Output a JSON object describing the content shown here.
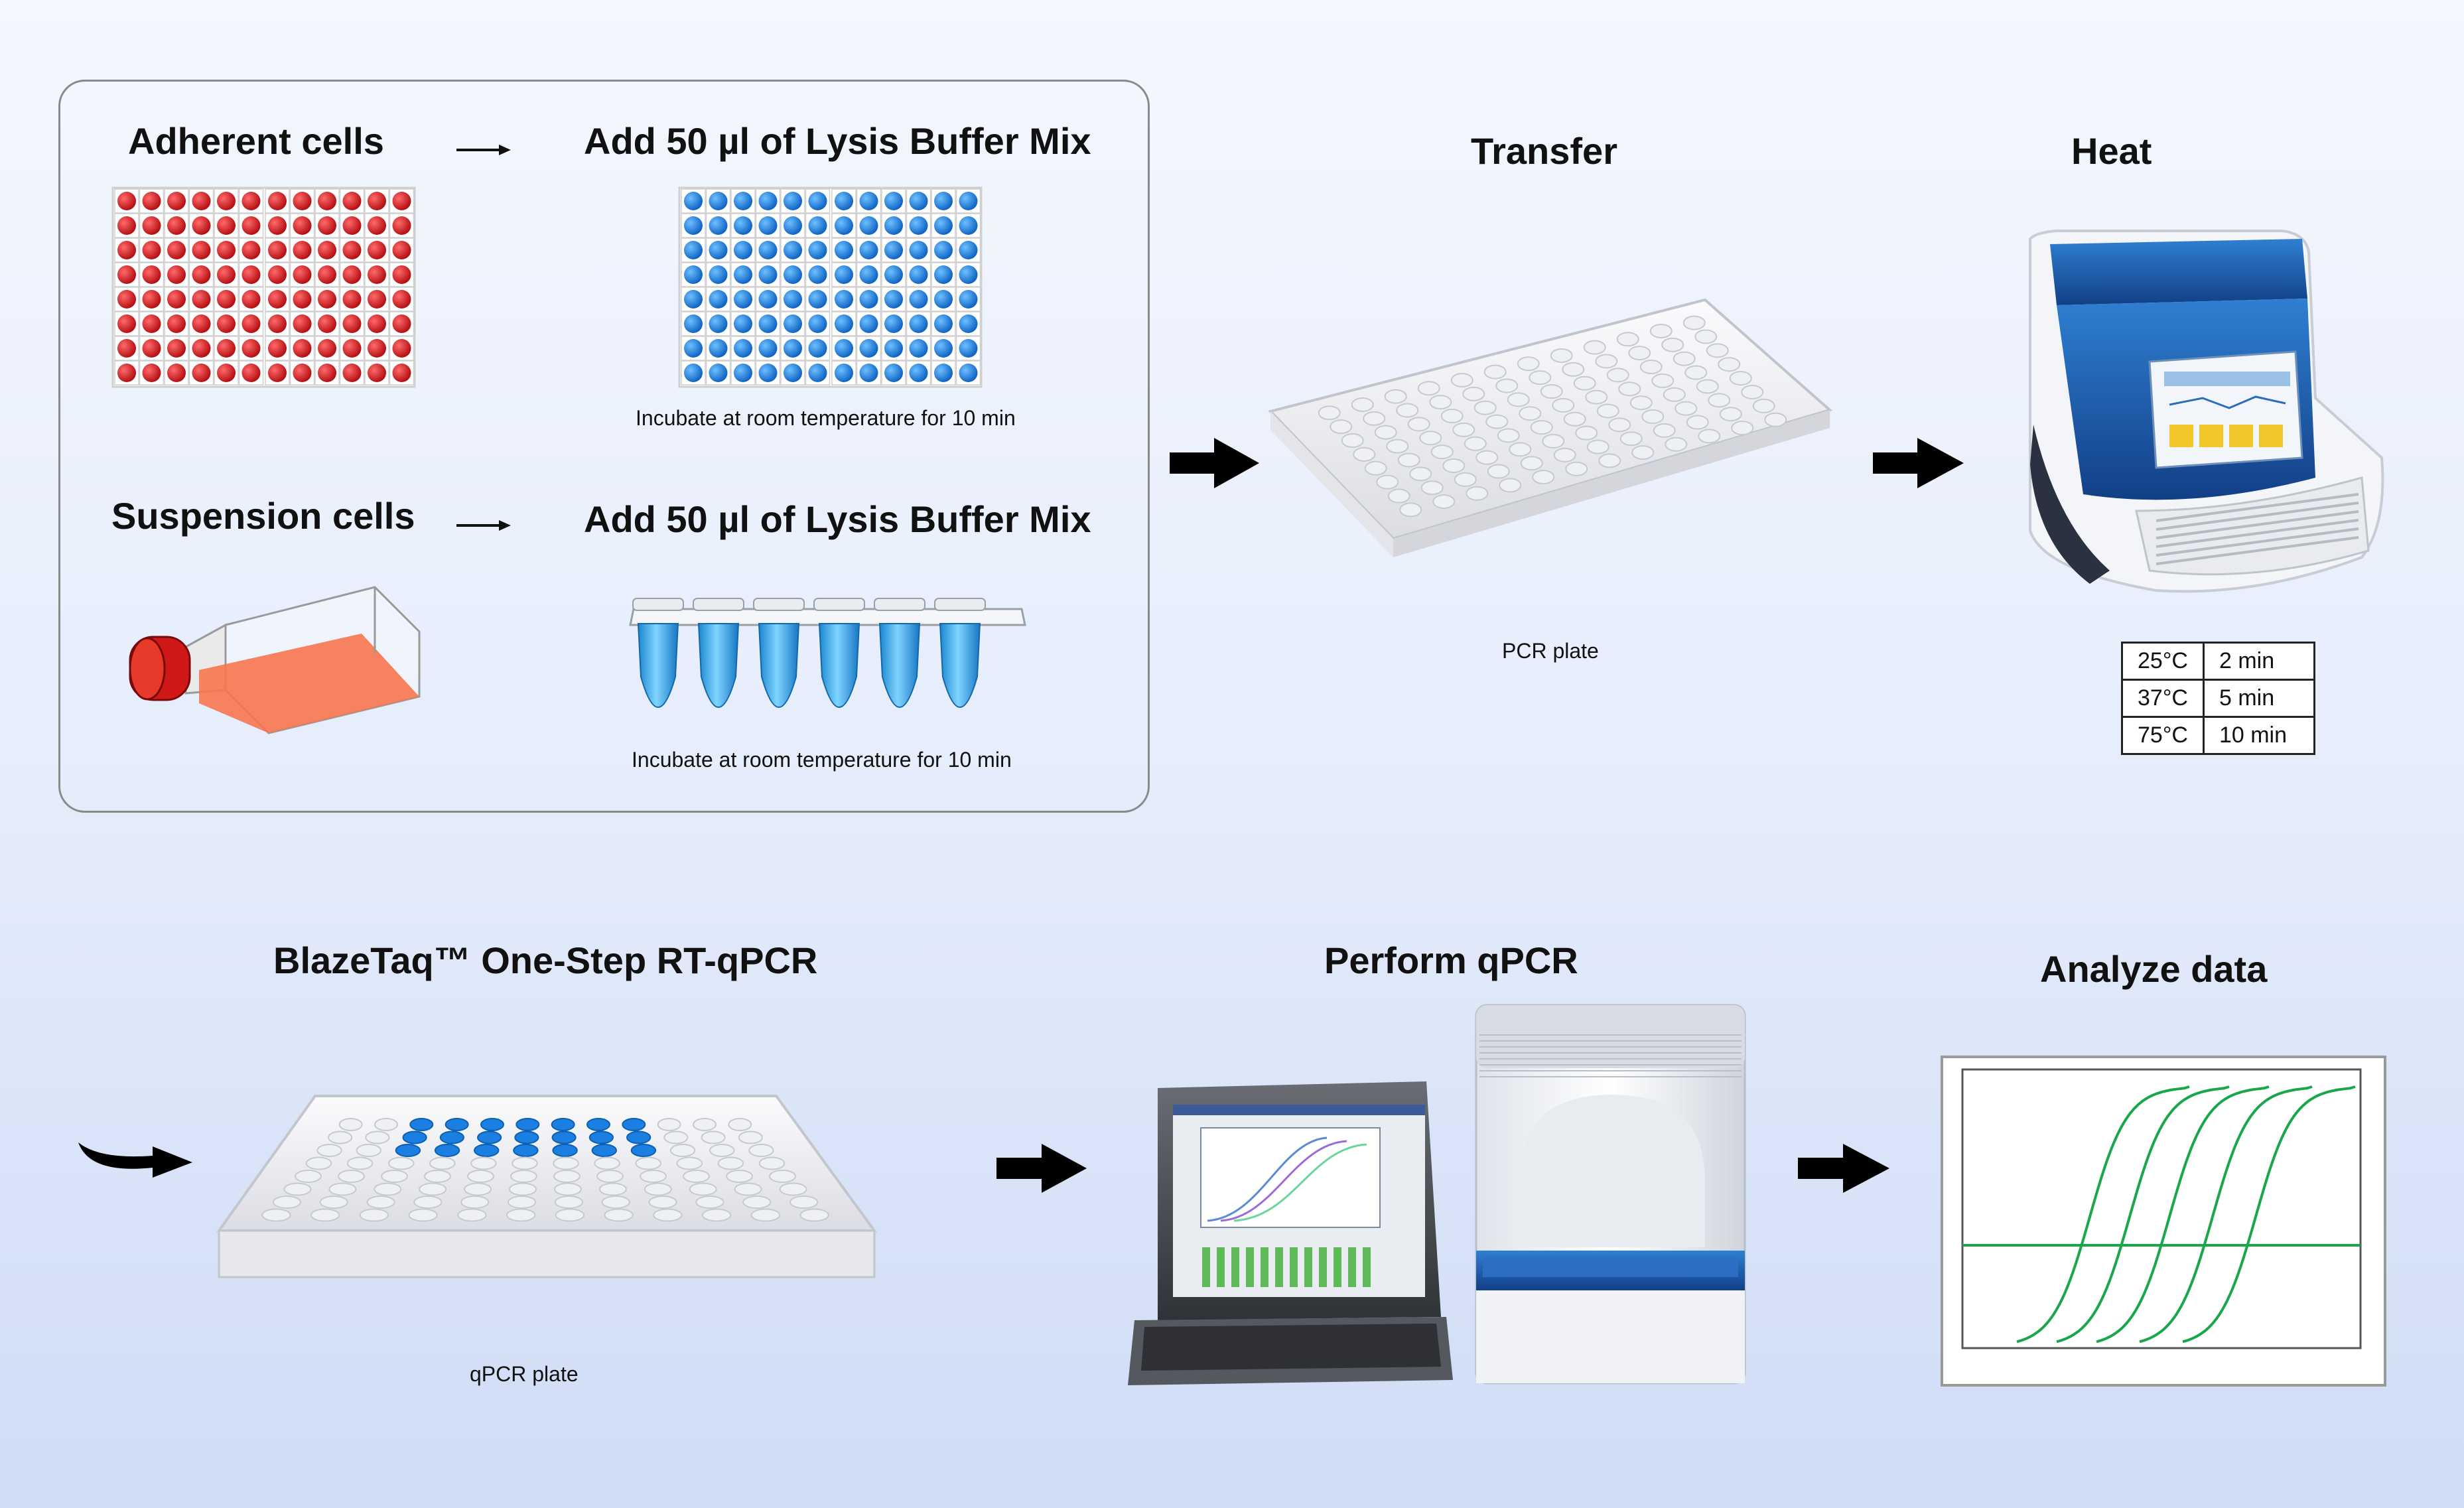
{
  "steps": {
    "adherent_title": "Adherent cells",
    "add_lysis_top": "Add 50 µl of Lysis Buffer Mix",
    "incubate_top": "Incubate at room temperature for 10 min",
    "suspension_title": "Suspension cells",
    "add_lysis_bottom": "Add  50 µl of Lysis Buffer Mix",
    "incubate_bottom": "Incubate at room temperature for 10 min",
    "transfer_title": "Transfer",
    "pcr_plate_caption": "PCR plate",
    "heat_title": "Heat",
    "blazetaq_title": "BlazeTaq™ One-Step RT-qPCR",
    "qpcr_plate_caption": "qPCR plate",
    "perform_title": "Perform qPCR",
    "analyze_title": "Analyze data"
  },
  "heat_table": [
    {
      "temp": "25°C",
      "time": "2 min"
    },
    {
      "temp": "37°C",
      "time": "5 min"
    },
    {
      "temp": "75°C",
      "time": "10 min"
    }
  ],
  "colors": {
    "adherent_well": "#e0161a",
    "lysis_well": "#1a7fe0",
    "flask_medium": "#f7754e",
    "tube_blue": "#2aa8e6",
    "curve_green": "#1aa64a",
    "cycler_blue": "#1c5fb0"
  }
}
